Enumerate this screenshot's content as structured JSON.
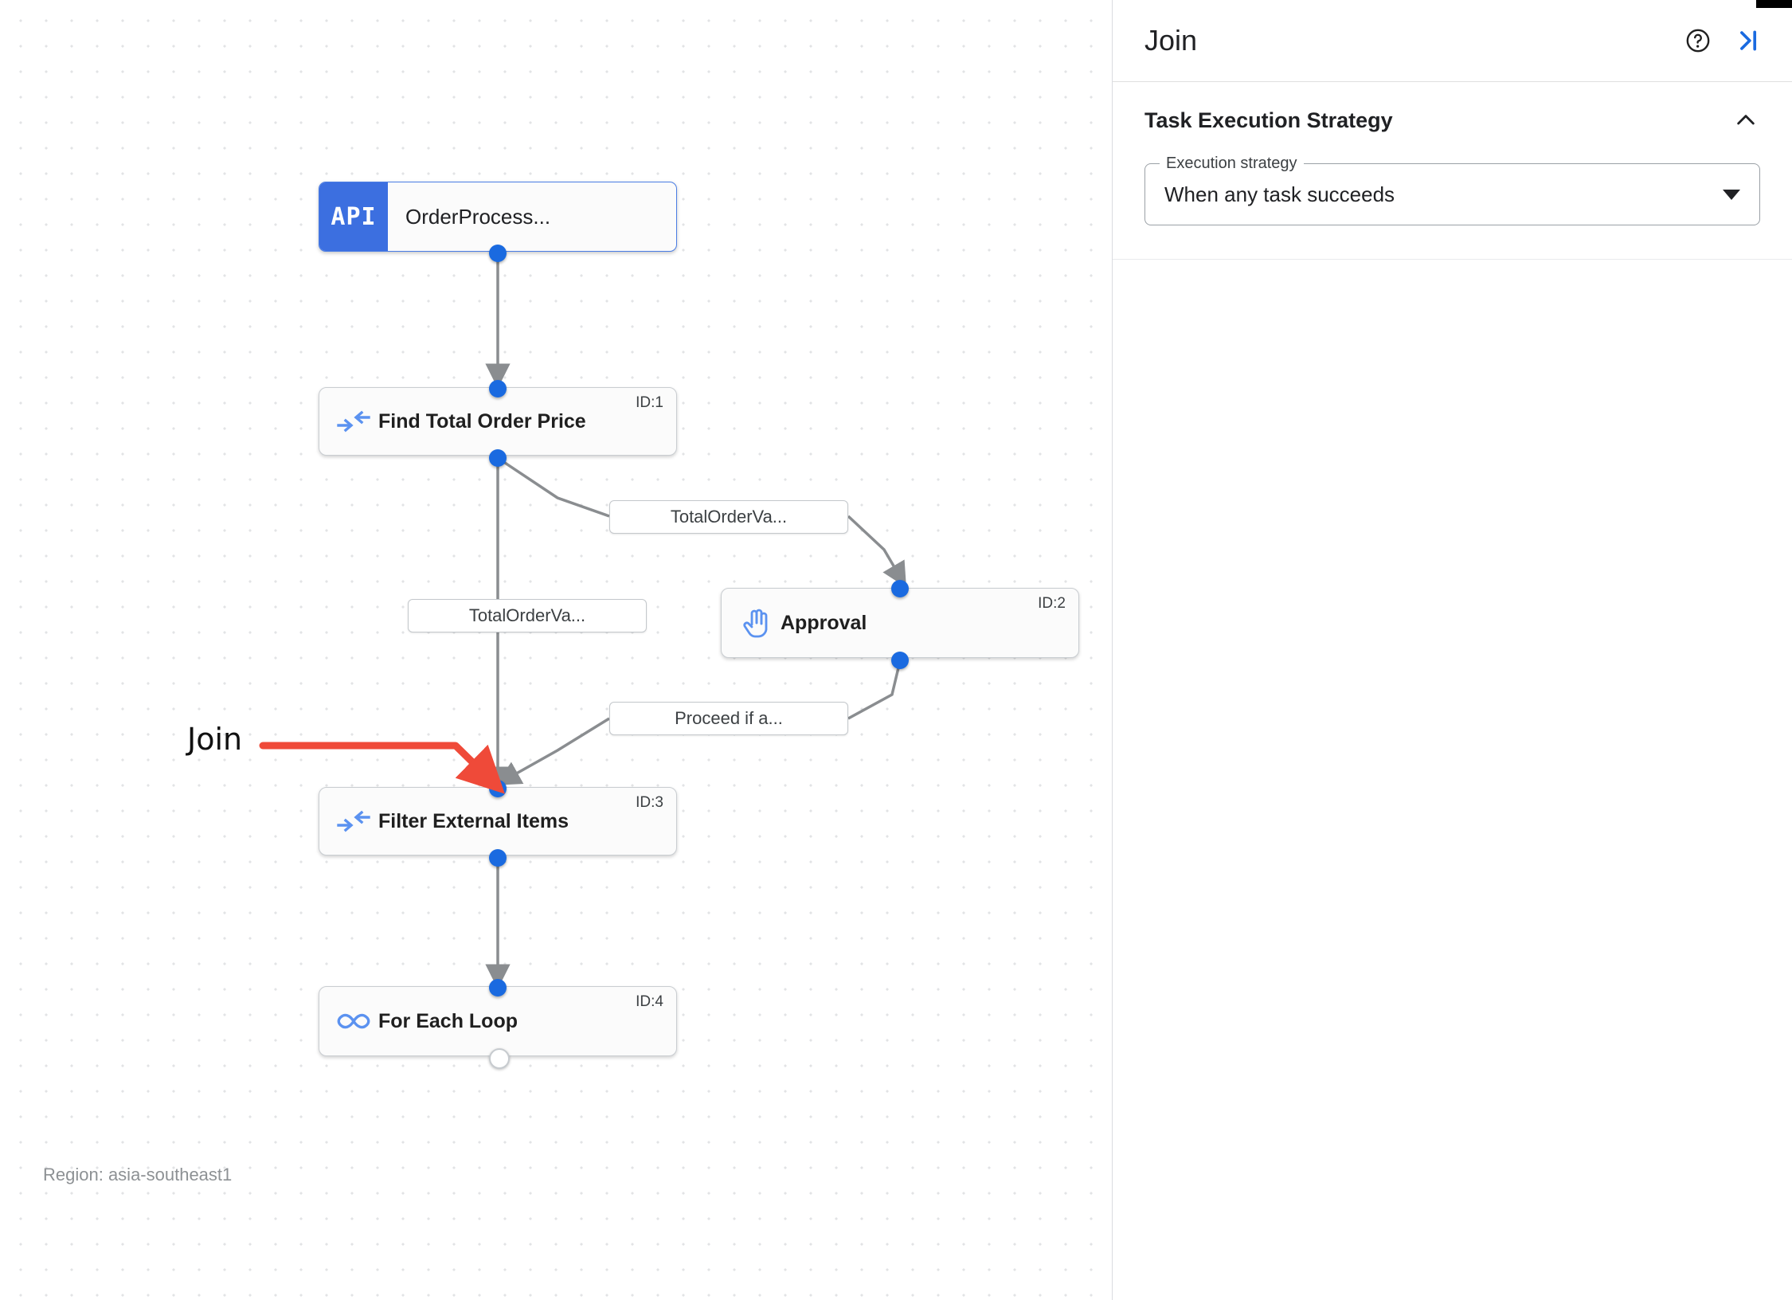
{
  "canvas": {
    "region_label": "Region: asia-southeast1",
    "annotation": {
      "text": "Join",
      "color": "#ef4a39"
    },
    "nodes": [
      {
        "id": "trigger",
        "badge": "API",
        "title": "OrderProcess...",
        "node_id": ""
      },
      {
        "id": "n1",
        "icon": "merge-arrows-icon",
        "title": "Find Total Order Price",
        "node_id": "ID:1"
      },
      {
        "id": "n2",
        "icon": "raised-hand-icon",
        "title": "Approval",
        "node_id": "ID:2"
      },
      {
        "id": "n3",
        "icon": "merge-arrows-icon",
        "title": "Filter External Items",
        "node_id": "ID:3"
      },
      {
        "id": "n4",
        "icon": "infinity-icon",
        "title": "For Each Loop",
        "node_id": "ID:4"
      }
    ],
    "edge_labels": [
      {
        "id": "e1",
        "text": "TotalOrderVa..."
      },
      {
        "id": "e2",
        "text": "TotalOrderVa..."
      },
      {
        "id": "e3",
        "text": "Proceed if a..."
      }
    ]
  },
  "panel": {
    "title": "Join",
    "help_icon": "help-circle-icon",
    "collapse_icon": "collapse-panel-icon",
    "sections": [
      {
        "title": "Task Execution Strategy",
        "collapse_icon": "chevron-up-icon",
        "field": {
          "legend": "Execution strategy",
          "value": "When any task succeeds",
          "dropdown_icon": "chevron-down-icon"
        }
      }
    ]
  },
  "colors": {
    "accent_blue": "#1a6ae0",
    "api_badge": "#3c6fe0",
    "annotation_red": "#ef4a39",
    "edge_gray": "#8a8d90"
  }
}
